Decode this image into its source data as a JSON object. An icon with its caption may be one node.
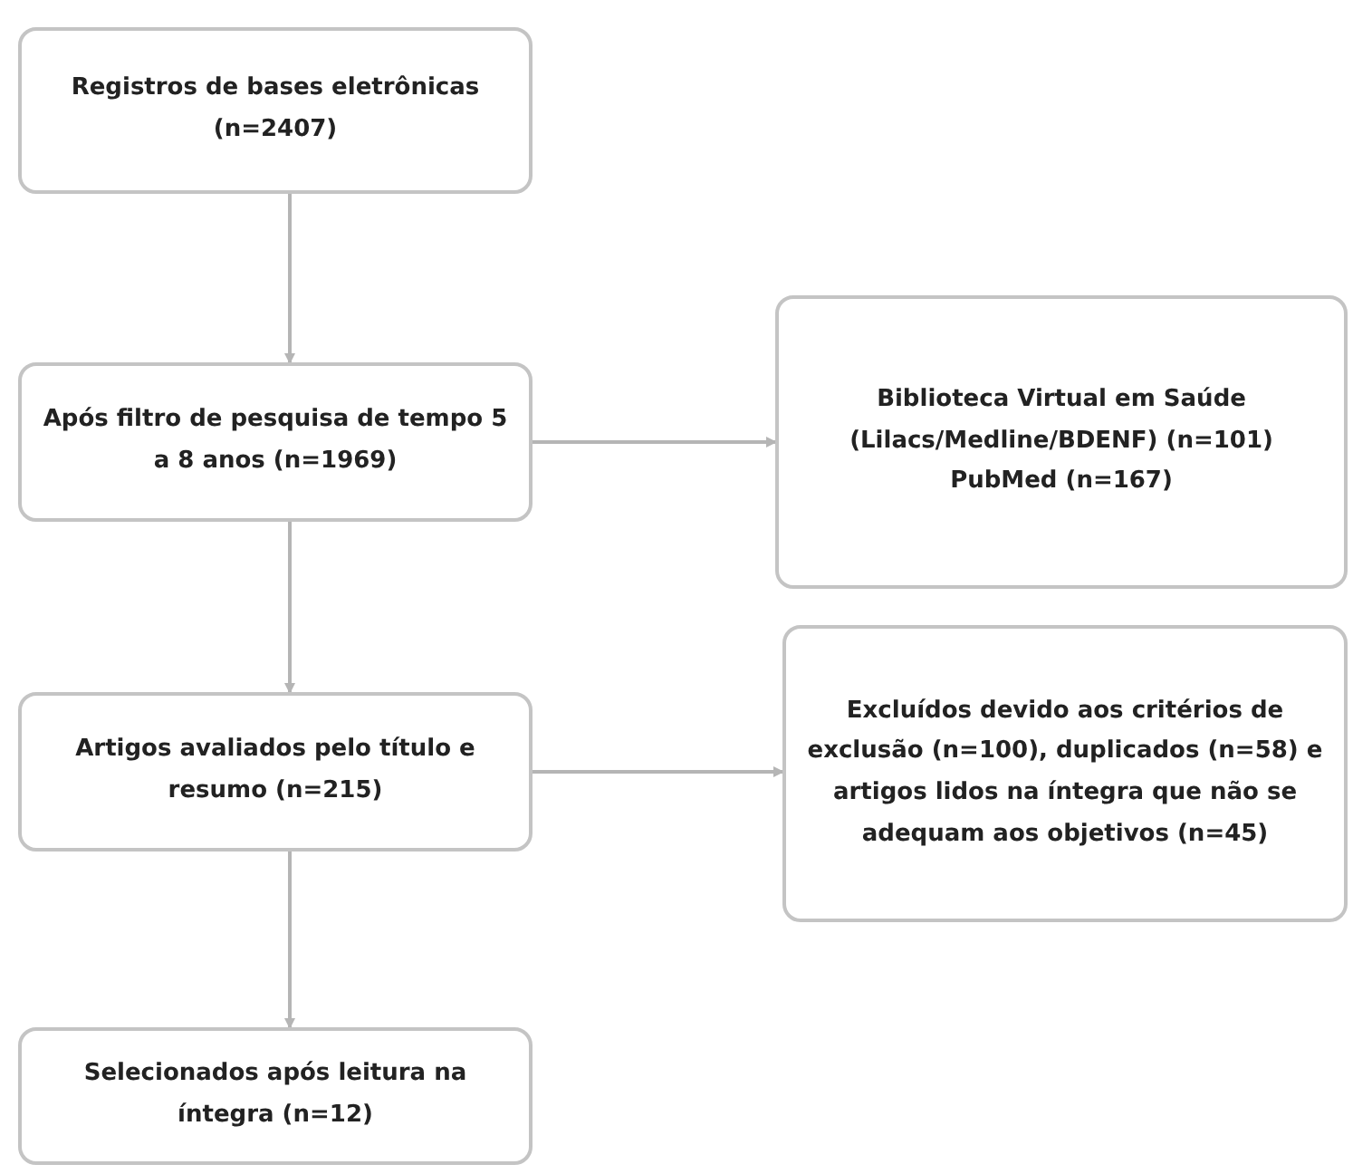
{
  "diagram": {
    "nodes": [
      {
        "text": [
          "Registros de bases eletrônicas (n=2407)"
        ]
      },
      {
        "text": [
          "Após filtro de pesquisa de tempo 5 a 8 anos (n=1969)"
        ]
      },
      {
        "text": [
          "Biblioteca Virtual em Saúde (Lilacs/Medline/BDENF) (n=101)",
          "PubMed (n=167)"
        ]
      },
      {
        "text": [
          "Artigos avaliados pelo título e resumo (n=215)"
        ]
      },
      {
        "text": [
          "Excluídos devido aos critérios de exclusão (n=100), duplicados (n=58) e artigos lidos na íntegra que não se adequam aos objetivos (n=45)"
        ]
      },
      {
        "text": [
          "Selecionados após leitura na íntegra (n=12)"
        ]
      }
    ],
    "edges": [
      {
        "from": 0,
        "to": 1,
        "arrow": "to"
      },
      {
        "from": 1,
        "to": 2,
        "arrow": "to"
      },
      {
        "from": 1,
        "to": 3,
        "arrow": "to"
      },
      {
        "from": 3,
        "to": 4,
        "arrow": "to"
      },
      {
        "from": 3,
        "to": 5,
        "arrow": "to"
      }
    ]
  }
}
